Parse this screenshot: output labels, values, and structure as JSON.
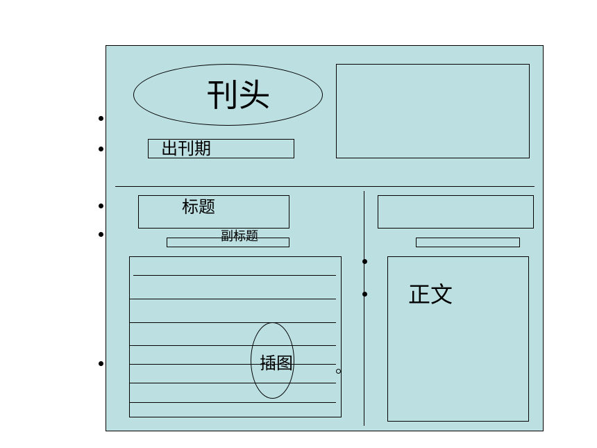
{
  "colors": {
    "board": "#bcdfe2",
    "stroke": "#000000"
  },
  "masthead": {
    "label": "刊头"
  },
  "issue": {
    "label": "出刊期"
  },
  "headline": {
    "label": "标题"
  },
  "subheadline": {
    "label": "副标题"
  },
  "illustration": {
    "label": "插图"
  },
  "body": {
    "label": "正文"
  }
}
